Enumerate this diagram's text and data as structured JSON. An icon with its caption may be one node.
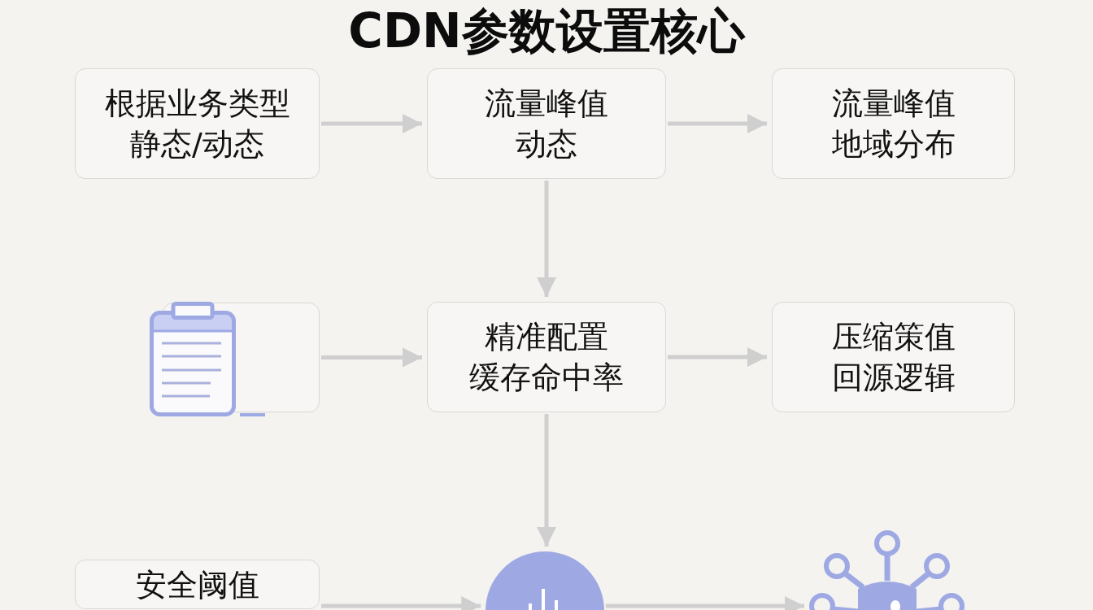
{
  "diagram": {
    "title": "CDN参数设置核心",
    "nodes": [
      {
        "text": [
          "根据业务类型",
          "静态/动态"
        ]
      },
      {
        "text": [
          "流量峰值",
          "动态"
        ]
      },
      {
        "text": [
          "流量峰值",
          "地域分布"
        ]
      },
      {
        "text": [],
        "shape": "box"
      },
      {
        "text": [
          "精准配置",
          "缓存命中率"
        ]
      },
      {
        "text": [
          "压缩策值",
          "回源逻辑"
        ]
      },
      {
        "text": [
          "安全阈值"
        ]
      },
      {
        "text": [],
        "shape": "circle"
      },
      {
        "text": [],
        "shape": "picture"
      }
    ],
    "edges": [
      {
        "from": 0,
        "to": 1,
        "arrow": "to"
      },
      {
        "from": 1,
        "to": 2,
        "arrow": "to"
      },
      {
        "from": 1,
        "to": 4,
        "arrow": "to"
      },
      {
        "from": 3,
        "to": 4,
        "arrow": "to"
      },
      {
        "from": 4,
        "to": 5,
        "arrow": "to"
      },
      {
        "from": 4,
        "to": 7,
        "arrow": "to"
      },
      {
        "from": 6,
        "to": 7,
        "arrow": "to"
      },
      {
        "from": 7,
        "to": 8,
        "arrow": "to"
      }
    ]
  }
}
